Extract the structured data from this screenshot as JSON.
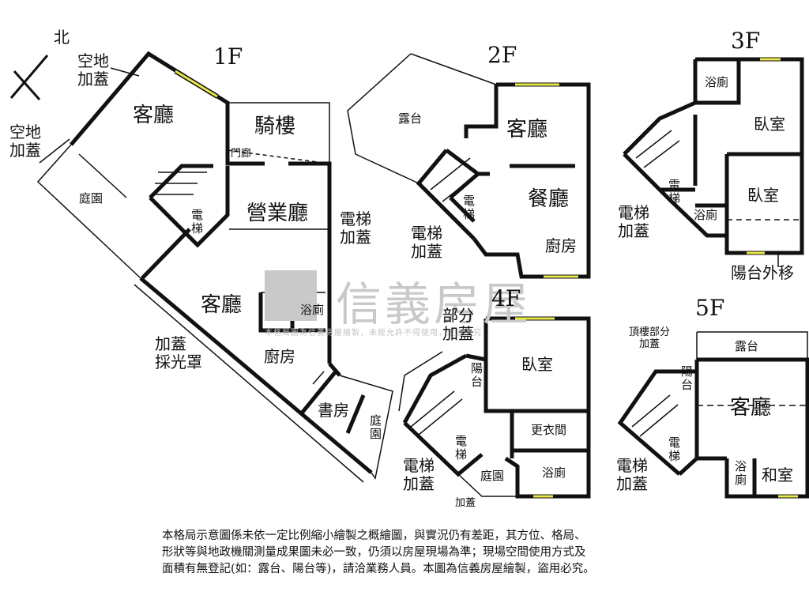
{
  "compass": {
    "north": "北"
  },
  "floors": {
    "f1": "1F",
    "f2": "2F",
    "f3": "3F",
    "f4": "4F",
    "f5": "5F"
  },
  "f1": {
    "empty_lot_cover_top": "空地\n加蓋",
    "empty_lot_cover_left": "空地\n加蓋",
    "living_room_top": "客廳",
    "arcade": "騎樓",
    "porch": "門廊",
    "garden_left": "庭園",
    "elevator": "電\n梯",
    "business_hall": "營業廳",
    "elevator_cover": "電梯\n加蓋",
    "living_room_lower": "客廳",
    "bathroom": "浴廁",
    "kitchen": "廚房",
    "skylight_cover": "加蓋\n採光罩",
    "study": "書房",
    "garden_right": "庭\n園"
  },
  "f2": {
    "terrace": "露台",
    "living_room": "客廳",
    "dining_room": "餐廳",
    "elevator": "電\n梯",
    "elevator_cover": "電梯\n加蓋",
    "kitchen": "廚房"
  },
  "f3": {
    "bathroom_top": "浴廁",
    "bedroom_top": "臥室",
    "elevator": "電\n梯",
    "bedroom_lower": "臥室",
    "elevator_cover": "電梯\n加蓋",
    "bathroom_lower": "浴廁",
    "balcony_moved": "陽台外移"
  },
  "f4": {
    "partial_cover": "部分\n加蓋",
    "balcony": "陽\n台",
    "bedroom": "臥室",
    "dressing_room": "更衣間",
    "elevator": "電\n梯",
    "elevator_cover": "電梯\n加蓋",
    "garden": "庭園",
    "bathroom": "浴廁",
    "cover": "加蓋"
  },
  "f5": {
    "roof_partial_cover": "頂樓部分\n加蓋",
    "terrace": "露台",
    "balcony": "陽\n台",
    "living_room": "客廳",
    "elevator": "電\n梯",
    "elevator_cover": "電梯\n加蓋",
    "bathroom": "浴\n廁",
    "japanese_room": "和室"
  },
  "watermark": {
    "brand": "信義房屋",
    "note": "本格局圖為信義房屋繪製，未經允許不得使用，違者必究"
  },
  "disclaimer": [
    "本格局示意圖係未依一定比例縮小繪製之概繪圖，與實況仍有差距，其方位、格局、",
    "形狀等與地政機關測量成果圖未必一致，仍須以房屋現場為準；現場空間使用方式及",
    "面積有無登記(如：露台、陽台等)，請洽業務人員。本圖為信義房屋繪製，盜用必究。"
  ],
  "colors": {
    "wall": "#111111",
    "window": "#e8e84a",
    "watermark": "#c9c9c9"
  }
}
